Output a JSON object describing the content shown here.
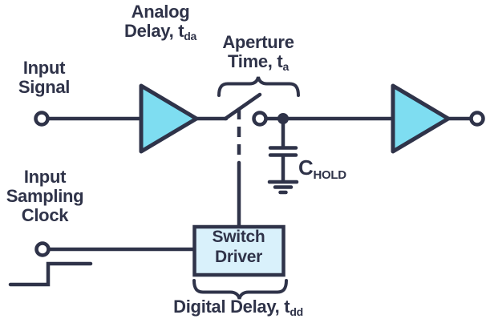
{
  "labels": {
    "analog_delay": {
      "line1": "Analog",
      "line2_main": "Delay, t",
      "line2_sub": "da"
    },
    "aperture_time": {
      "line1": "Aperture",
      "line2_main": "Time, t",
      "line2_sub": "a"
    },
    "input_signal": {
      "line1": "Input",
      "line2": "Signal"
    },
    "input_sampling_clock": {
      "line1": "Input",
      "line2": "Sampling",
      "line3": "Clock"
    },
    "hold_capacitor": {
      "main": "C",
      "sub": "HOLD"
    },
    "switch_driver": {
      "line1": "Switch",
      "line2": "Driver"
    },
    "digital_delay": {
      "main": "Digital Delay, t",
      "sub": "dd"
    }
  },
  "colors": {
    "stroke": "#2F3349",
    "amplifier_fill": "#7EDDF1",
    "switch_driver_fill": "#D9F1FB",
    "background": "#FFFFFF"
  }
}
